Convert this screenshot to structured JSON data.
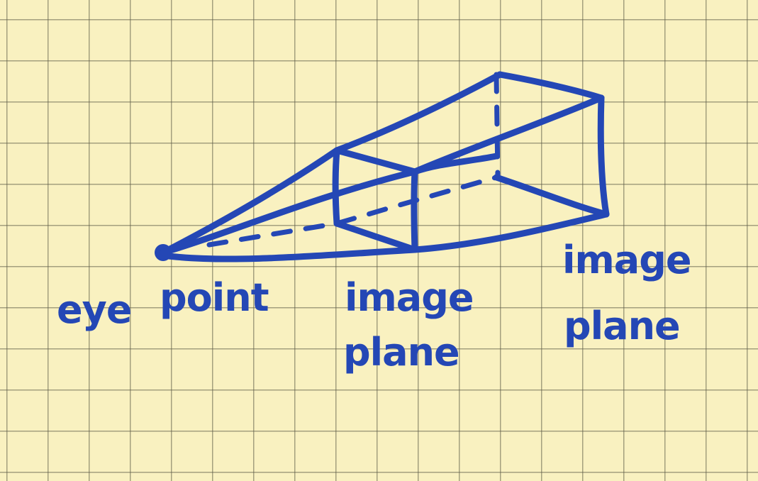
{
  "diagram": {
    "labels": {
      "eye": "eye",
      "point": "point",
      "image_plane_near_line1": "image",
      "image_plane_near_line2": "plane",
      "image_plane_far_line1": "image",
      "image_plane_far_line2": "plane"
    },
    "colors": {
      "ink": "#2447b5",
      "paper": "#f9f1c0",
      "grid": "#5f5c48"
    }
  }
}
